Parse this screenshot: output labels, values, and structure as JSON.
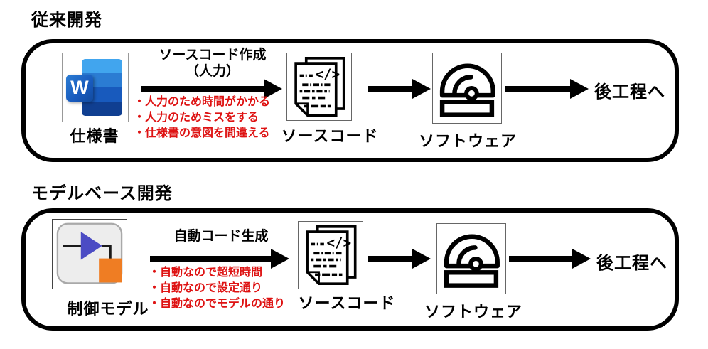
{
  "diagram": {
    "sections": [
      {
        "title": "従来開発",
        "source_label": "仕様書",
        "process_label_line1": "ソースコード作成",
        "process_label_line2": "（人力）",
        "notes": [
          "・人力のため時間がかかる",
          "・人力のためミスをする",
          "・仕様書の意図を間違える"
        ],
        "code_label": "ソースコード",
        "software_label": "ソフトウェア",
        "output_label": "後工程へ"
      },
      {
        "title": "モデルベース開発",
        "source_label": "制御モデル",
        "process_label_line1": "自動コード生成",
        "process_label_line2": "",
        "notes": [
          "・自動なので超短時間",
          "・自動なので設定通り",
          "・自動なのでモデルの通り"
        ],
        "code_label": "ソースコード",
        "software_label": "ソフトウェア",
        "output_label": "後工程へ"
      }
    ],
    "icons": {
      "word_letter": "W",
      "code_glyph": "</>"
    },
    "colors": {
      "note_red": "#de1212",
      "outline_black": "#000000",
      "word_blue_band1": "#41a5ee",
      "word_blue_band2": "#2b7cd3",
      "word_blue_band3": "#185abd",
      "word_blue_band4": "#103f91",
      "model_triangle_blue": "#4c4cc4",
      "model_square_orange": "#ef7d23",
      "model_background_gray": "#ededed"
    }
  }
}
